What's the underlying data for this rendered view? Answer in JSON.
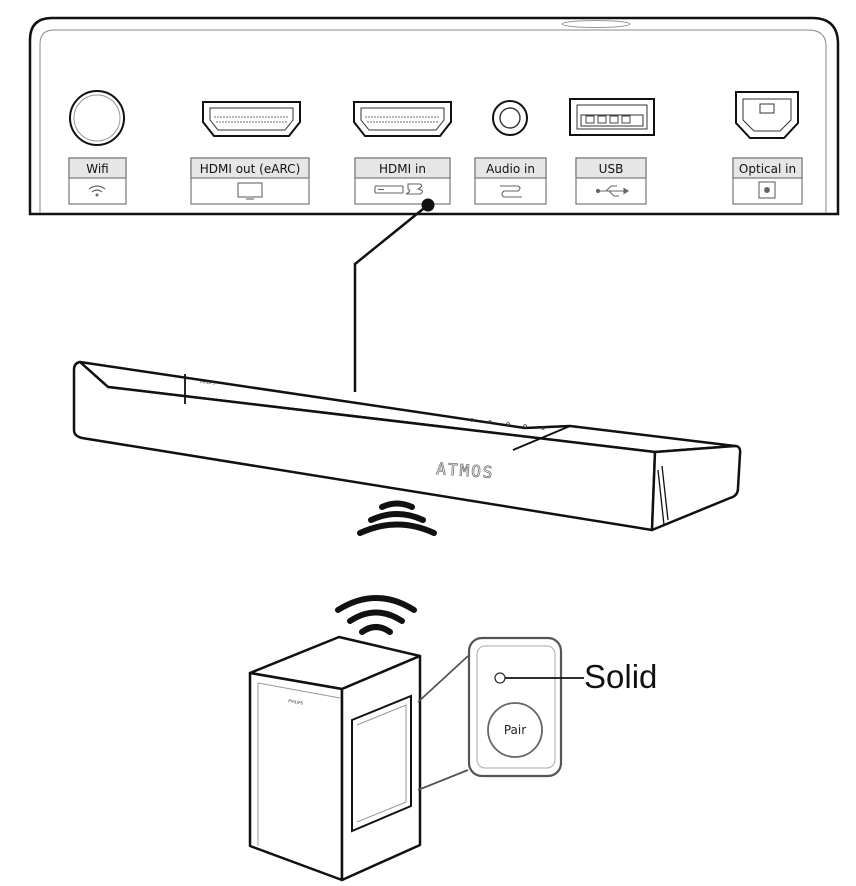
{
  "ports": {
    "wifi": "Wifi",
    "hdmi_out": "HDMI out (eARC)",
    "hdmi_in": "HDMI in",
    "audio_in": "Audio in",
    "usb": "USB",
    "optical_in": "Optical in"
  },
  "soundbar": {
    "display_text": "ATMOS",
    "brand": "PHILIPS"
  },
  "subwoofer": {
    "brand": "PHILIPS",
    "pair_button": "Pair",
    "led_status": "Solid"
  }
}
